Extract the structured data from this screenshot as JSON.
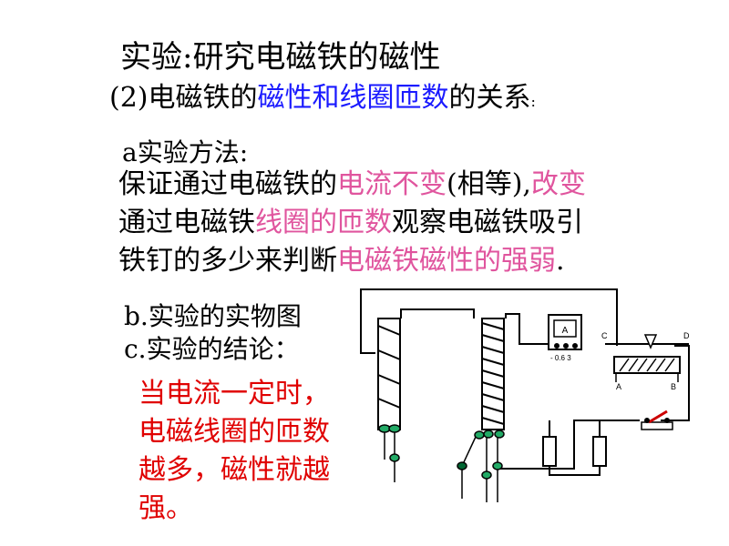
{
  "title": "实验:研究电磁铁的磁性",
  "subtitle": {
    "prefix": "(2)电磁铁的",
    "highlight": "磁性和线圈匝数",
    "suffix": "的关系",
    "colon": ":"
  },
  "method": {
    "heading": "a实验方法:",
    "line1": [
      "保证通过电磁铁的",
      "电流不变",
      "(相等),",
      "改变"
    ],
    "line2": [
      "通过电磁铁",
      "线圈的匝数",
      "观察电磁铁吸引"
    ],
    "line3": [
      "铁钉的多少来判断",
      "电磁铁磁性的强弱",
      "."
    ]
  },
  "diagram_heading": "b.实验的实物图",
  "conclusion": {
    "heading": "c.实验的结论：",
    "lines": [
      "当电流一定时，",
      "电磁线圈的匝数",
      "越多，磁性就越",
      "强。"
    ]
  },
  "diagram_labels": {
    "ammeter": "A",
    "meter_scale": "- 0.6 3",
    "c": "C",
    "d": "D",
    "a": "A",
    "b": "B"
  },
  "colors": {
    "blue": "#1a1aff",
    "pink": "#e0559e",
    "red": "#e00000",
    "nail_green": "#22aa66"
  }
}
